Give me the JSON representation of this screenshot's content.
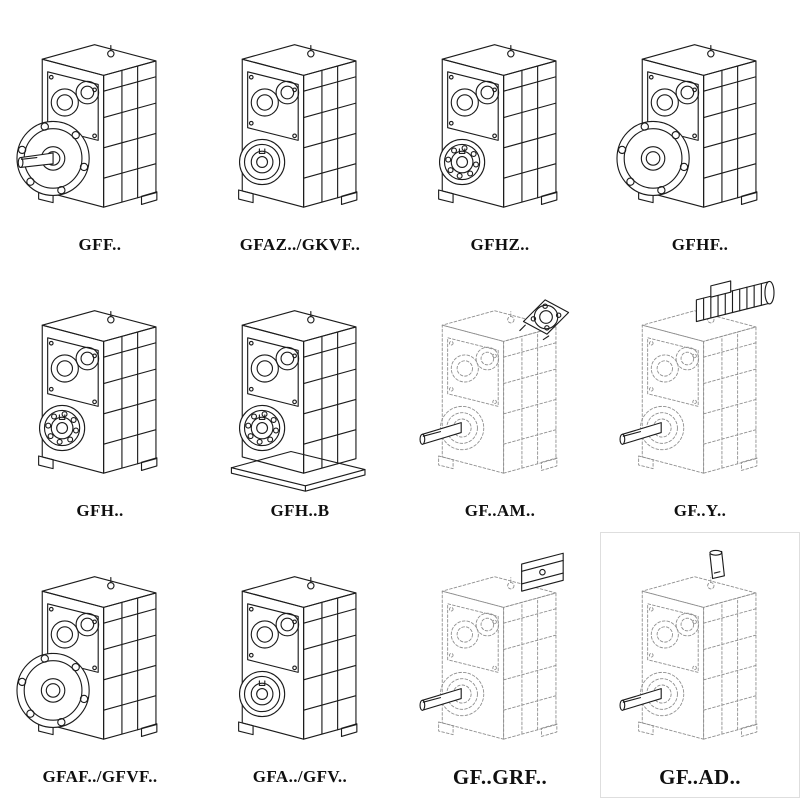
{
  "colors": {
    "line": "#1c1c1c",
    "dashed_line": "#8f8f8f",
    "background": "#ffffff"
  },
  "grid": {
    "cells": [
      {
        "label": "GFF..",
        "variant": "flange-shaft"
      },
      {
        "label": "GFAZ../GKVF..",
        "variant": "hollow"
      },
      {
        "label": "GFHZ..",
        "variant": "bearing"
      },
      {
        "label": "GFHF..",
        "variant": "flange-holes"
      },
      {
        "label": "GFH..",
        "variant": "bearing"
      },
      {
        "label": "GFH..B",
        "variant": "bearing-base"
      },
      {
        "label": "GF..AM..",
        "variant": "dashed-adapter-flange"
      },
      {
        "label": "GF..Y..",
        "variant": "dashed-motor"
      },
      {
        "label": "GFAF../GFVF..",
        "variant": "flange-holes"
      },
      {
        "label": "GFA../GFV..",
        "variant": "hollow"
      },
      {
        "label": "GF..GRF..",
        "variant": "dashed-adapter-block"
      },
      {
        "label": "GF..AD..",
        "variant": "dashed-shaft-top"
      }
    ]
  }
}
